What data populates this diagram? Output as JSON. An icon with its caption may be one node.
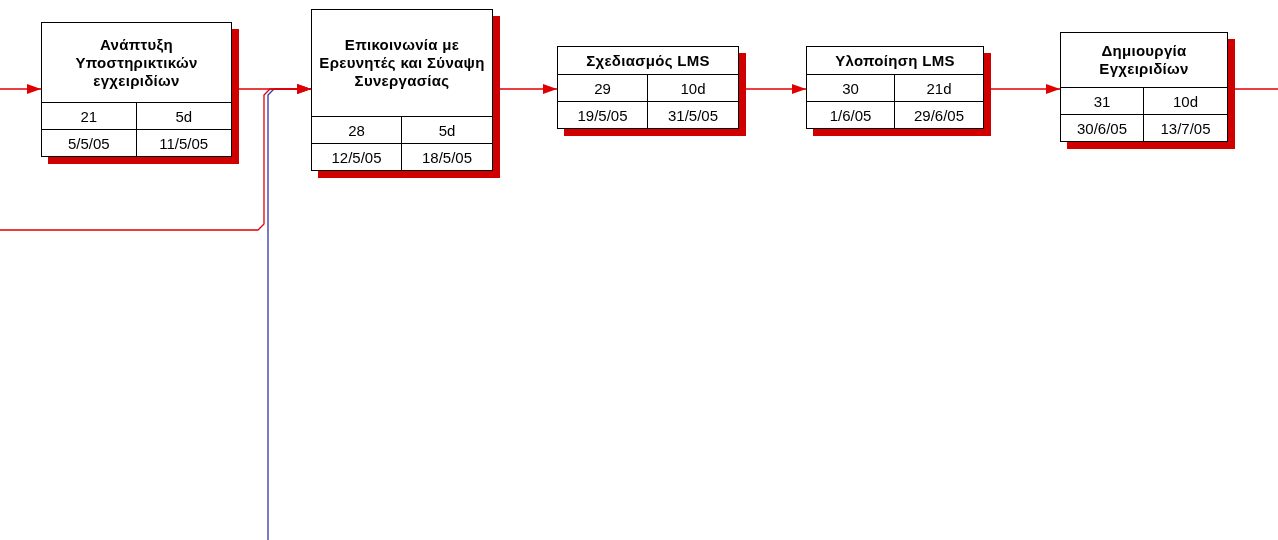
{
  "diagram": {
    "nodes": [
      {
        "text": [
          "Ανάπτυξη Υποστηρικτικών εγχειριδίων",
          "21",
          "5d",
          "5/5/05",
          "11/5/05"
        ]
      },
      {
        "text": [
          "Επικοινωνία με Ερευνητές και Σύναψη Συνεργασίας",
          "28",
          "5d",
          "12/5/05",
          "18/5/05"
        ]
      },
      {
        "text": [
          "Σχεδιασμός LMS",
          "29",
          "10d",
          "19/5/05",
          "31/5/05"
        ]
      },
      {
        "text": [
          "Υλοποίηση LMS",
          "30",
          "21d",
          "1/6/05",
          "29/6/05"
        ]
      },
      {
        "text": [
          "Δημιουργία Εγχειριδίων",
          "31",
          "10d",
          "30/6/05",
          "13/7/05"
        ]
      }
    ],
    "edges": [
      {
        "from": null,
        "to": 0,
        "arrow": "to"
      },
      {
        "from": null,
        "to": 1,
        "arrow": "to",
        "color": "#3333aa"
      },
      {
        "from": 0,
        "to": 1,
        "arrow": "to"
      },
      {
        "from": null,
        "to": 1,
        "arrow": "to"
      },
      {
        "from": 1,
        "to": 2,
        "arrow": "to"
      },
      {
        "from": 2,
        "to": 3,
        "arrow": "to"
      },
      {
        "from": 3,
        "to": 4,
        "arrow": "to"
      },
      {
        "from": 4,
        "to": null,
        "arrow": "none"
      }
    ]
  }
}
